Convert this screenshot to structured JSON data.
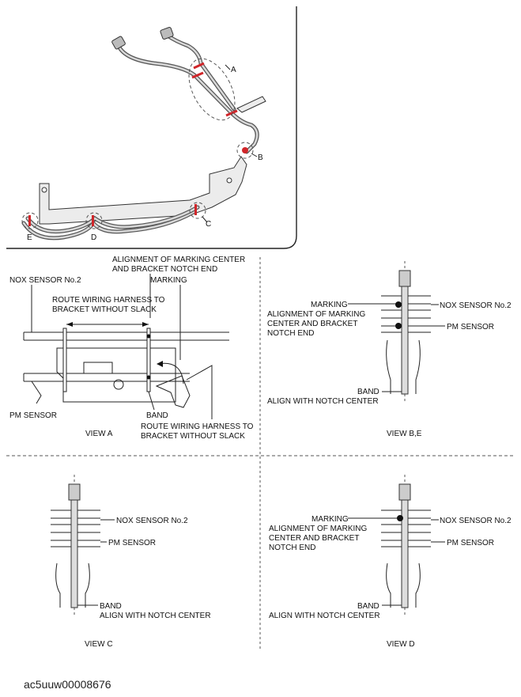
{
  "overview": {
    "callouts": [
      "A",
      "B",
      "C",
      "D",
      "E"
    ]
  },
  "view_a": {
    "top_label_1": "ALIGNMENT OF MARKING CENTER",
    "top_label_2": "AND BRACKET NOTCH END",
    "nox": "NOX SENSOR No.2",
    "marking": "MARKING",
    "route_top_1": "ROUTE WIRING HARNESS TO",
    "route_top_2": "BRACKET WITHOUT SLACK",
    "pm": "PM SENSOR",
    "band": "BAND",
    "route_bottom_1": "ROUTE WIRING HARNESS TO",
    "route_bottom_2": "BRACKET WITHOUT SLACK",
    "title": "VIEW A"
  },
  "view_be": {
    "marking": "MARKING",
    "align_1": "ALIGNMENT OF MARKING",
    "align_2": "CENTER AND BRACKET",
    "align_3": "NOTCH END",
    "nox": "NOX SENSOR No.2",
    "pm": "PM SENSOR",
    "band": "BAND",
    "notch": "ALIGN WITH NOTCH CENTER",
    "title": "VIEW B,E"
  },
  "view_c": {
    "nox": "NOX SENSOR No.2",
    "pm": "PM SENSOR",
    "band": "BAND",
    "notch": "ALIGN WITH NOTCH CENTER",
    "title": "VIEW C"
  },
  "view_d": {
    "marking": "MARKING",
    "align_1": "ALIGNMENT OF MARKING",
    "align_2": "CENTER AND BRACKET",
    "align_3": "NOTCH END",
    "nox": "NOX SENSOR No.2",
    "pm": "PM SENSOR",
    "band": "BAND",
    "notch": "ALIGN WITH NOTCH CENTER",
    "title": "VIEW D"
  },
  "figure_code": "ac5uuw00008676"
}
